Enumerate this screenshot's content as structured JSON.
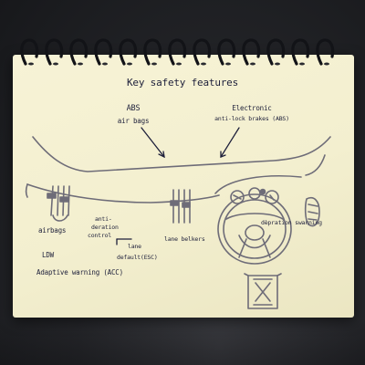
{
  "title": "Key safety features",
  "labels": {
    "abs": "ABS",
    "air_bags_top": "air bags",
    "electronic": "Electronic",
    "anti_lock": "anti-lock brakes (ABS)",
    "airbags": "airbags",
    "ldw": "LDW",
    "adaptive_warning": "Adaptive warning (ACC)",
    "anti": "anti-",
    "deration": "deration",
    "control": "control",
    "lane": "lane",
    "lane_default": "default(ESC)",
    "lane_belkers": "lane belkers",
    "deparation_warning": "dèpration swarning"
  },
  "colors": {
    "paper": "#f5f1d2",
    "ink": "#1d1f3a",
    "pencil": "#6e6c78",
    "background": "#1e1f23",
    "rings": "#111216"
  }
}
